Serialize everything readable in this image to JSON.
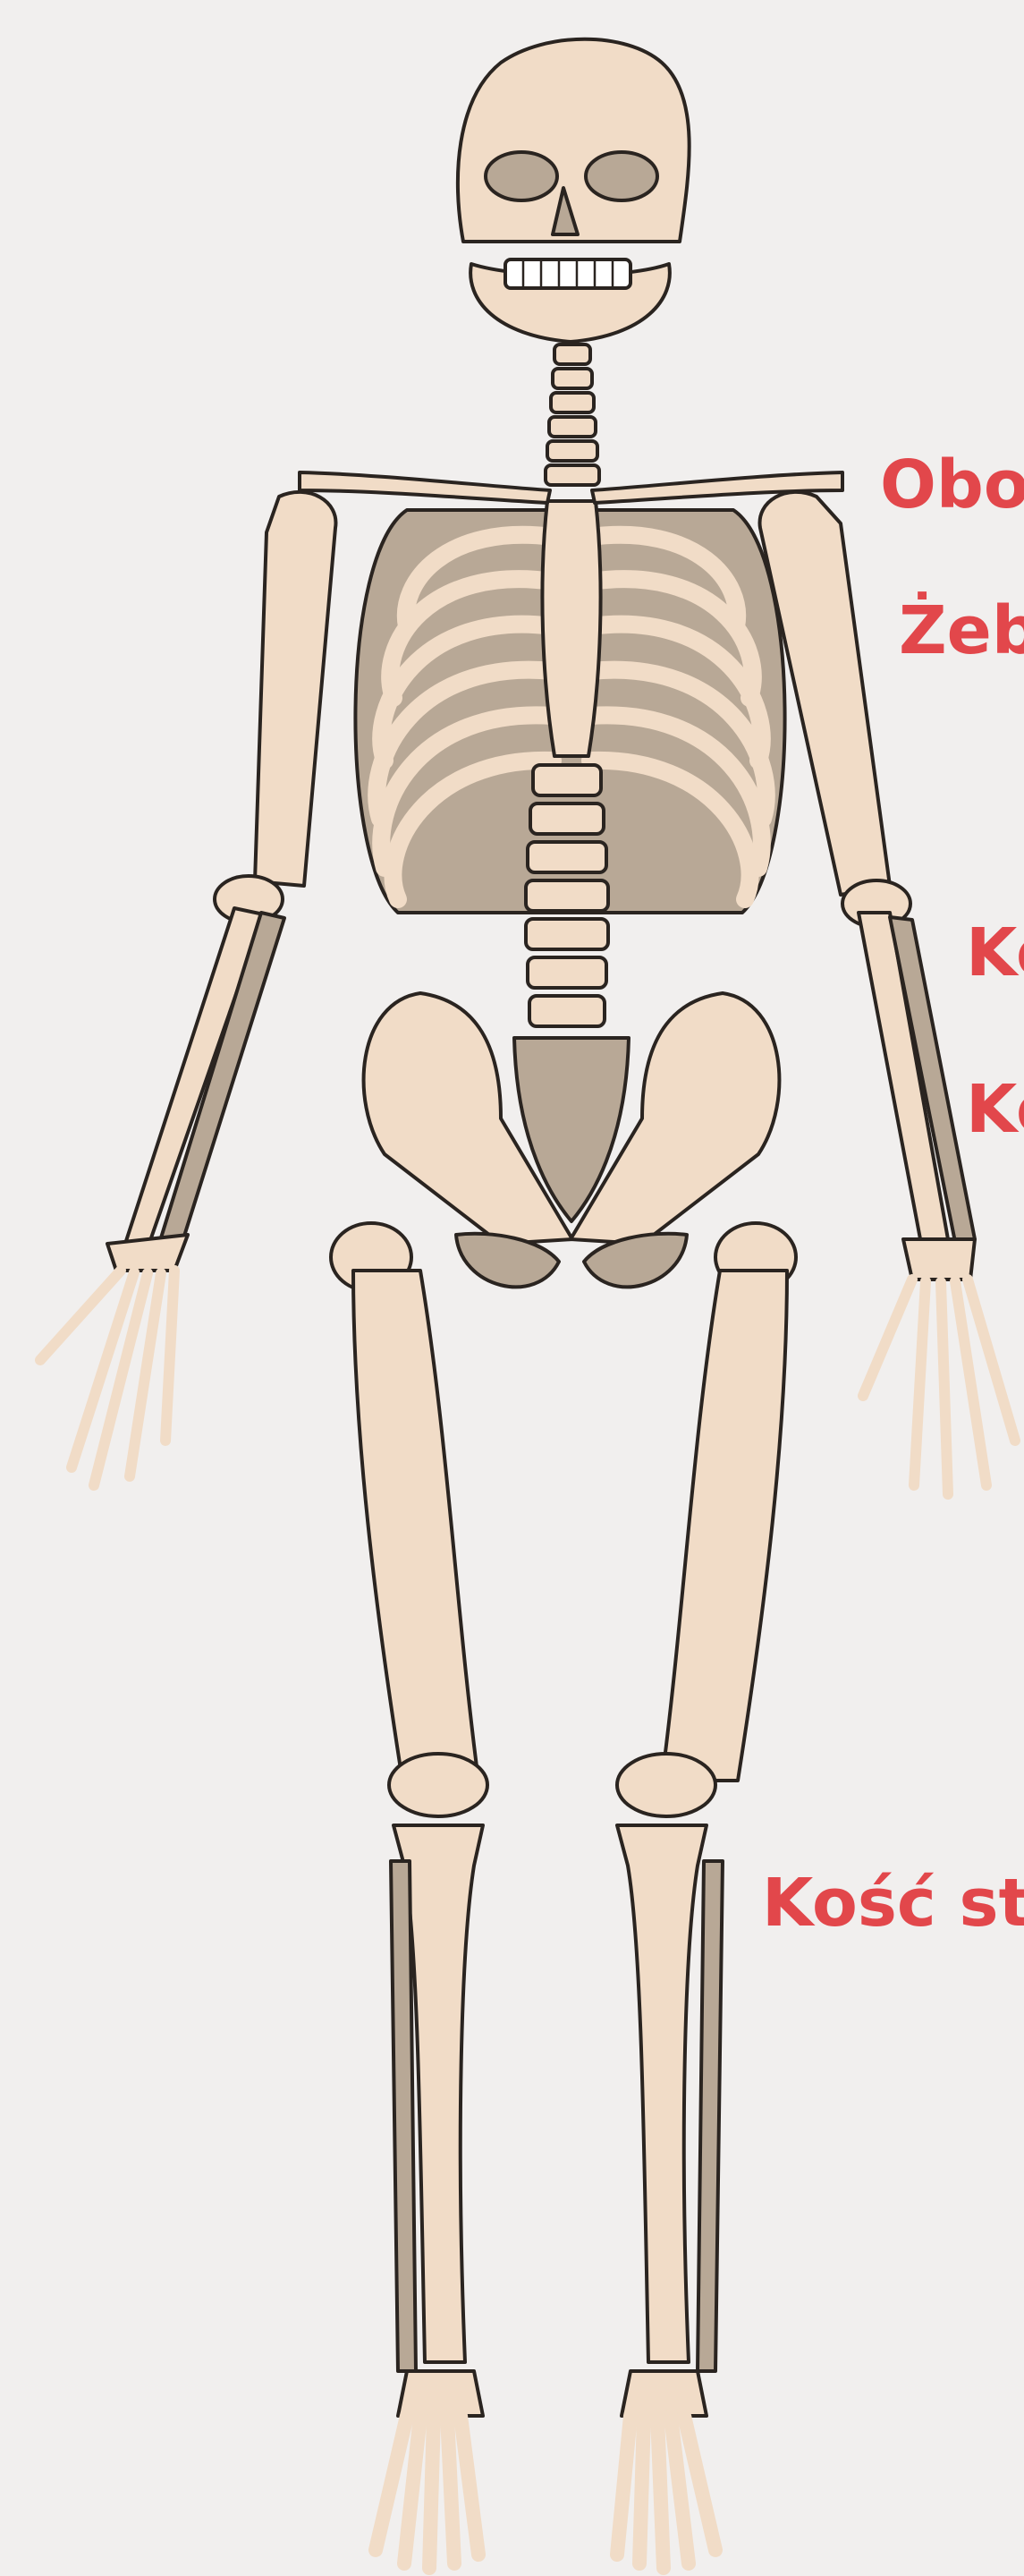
{
  "labels": {
    "clavicle": "Oboj",
    "rib": "Żeb",
    "ulna": "Ko",
    "radius": "Ko",
    "fibula": "Kość str"
  },
  "colors": {
    "background": "#f1efee",
    "bone": "#f1dcc7",
    "bone_shadow": "#b8a896",
    "cartilage": "#d8d8e6",
    "outline": "#2a2420",
    "label": "#e2474b"
  }
}
